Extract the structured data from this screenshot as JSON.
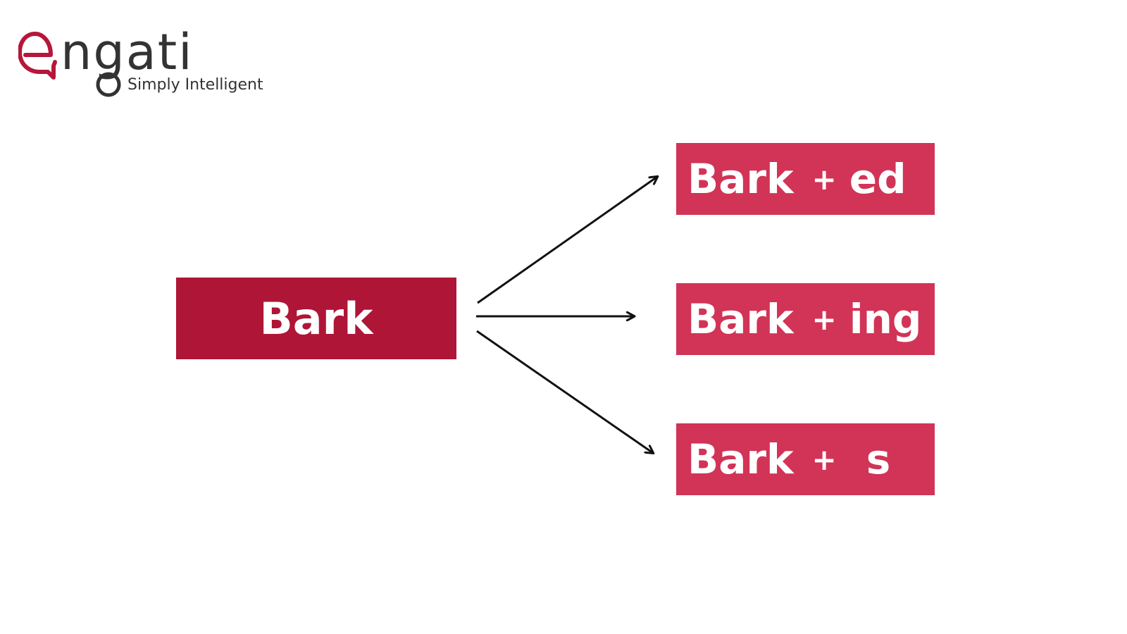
{
  "logo": {
    "wordmark": "ngati",
    "tagline": "Simply Intelligent",
    "accent_color": "#b5173a"
  },
  "diagram": {
    "root": {
      "label": "Bark",
      "color": "#ae1536"
    },
    "branches": [
      {
        "stem": "Bark",
        "operator": "+",
        "suffix": "ed"
      },
      {
        "stem": "Bark",
        "operator": "+",
        "suffix": "ing"
      },
      {
        "stem": "Bark",
        "operator": "+",
        "suffix": "s"
      }
    ],
    "leaf_color": "#d13456",
    "arrow_color": "#111111",
    "arrow_icon": "arrow-right-icon"
  }
}
